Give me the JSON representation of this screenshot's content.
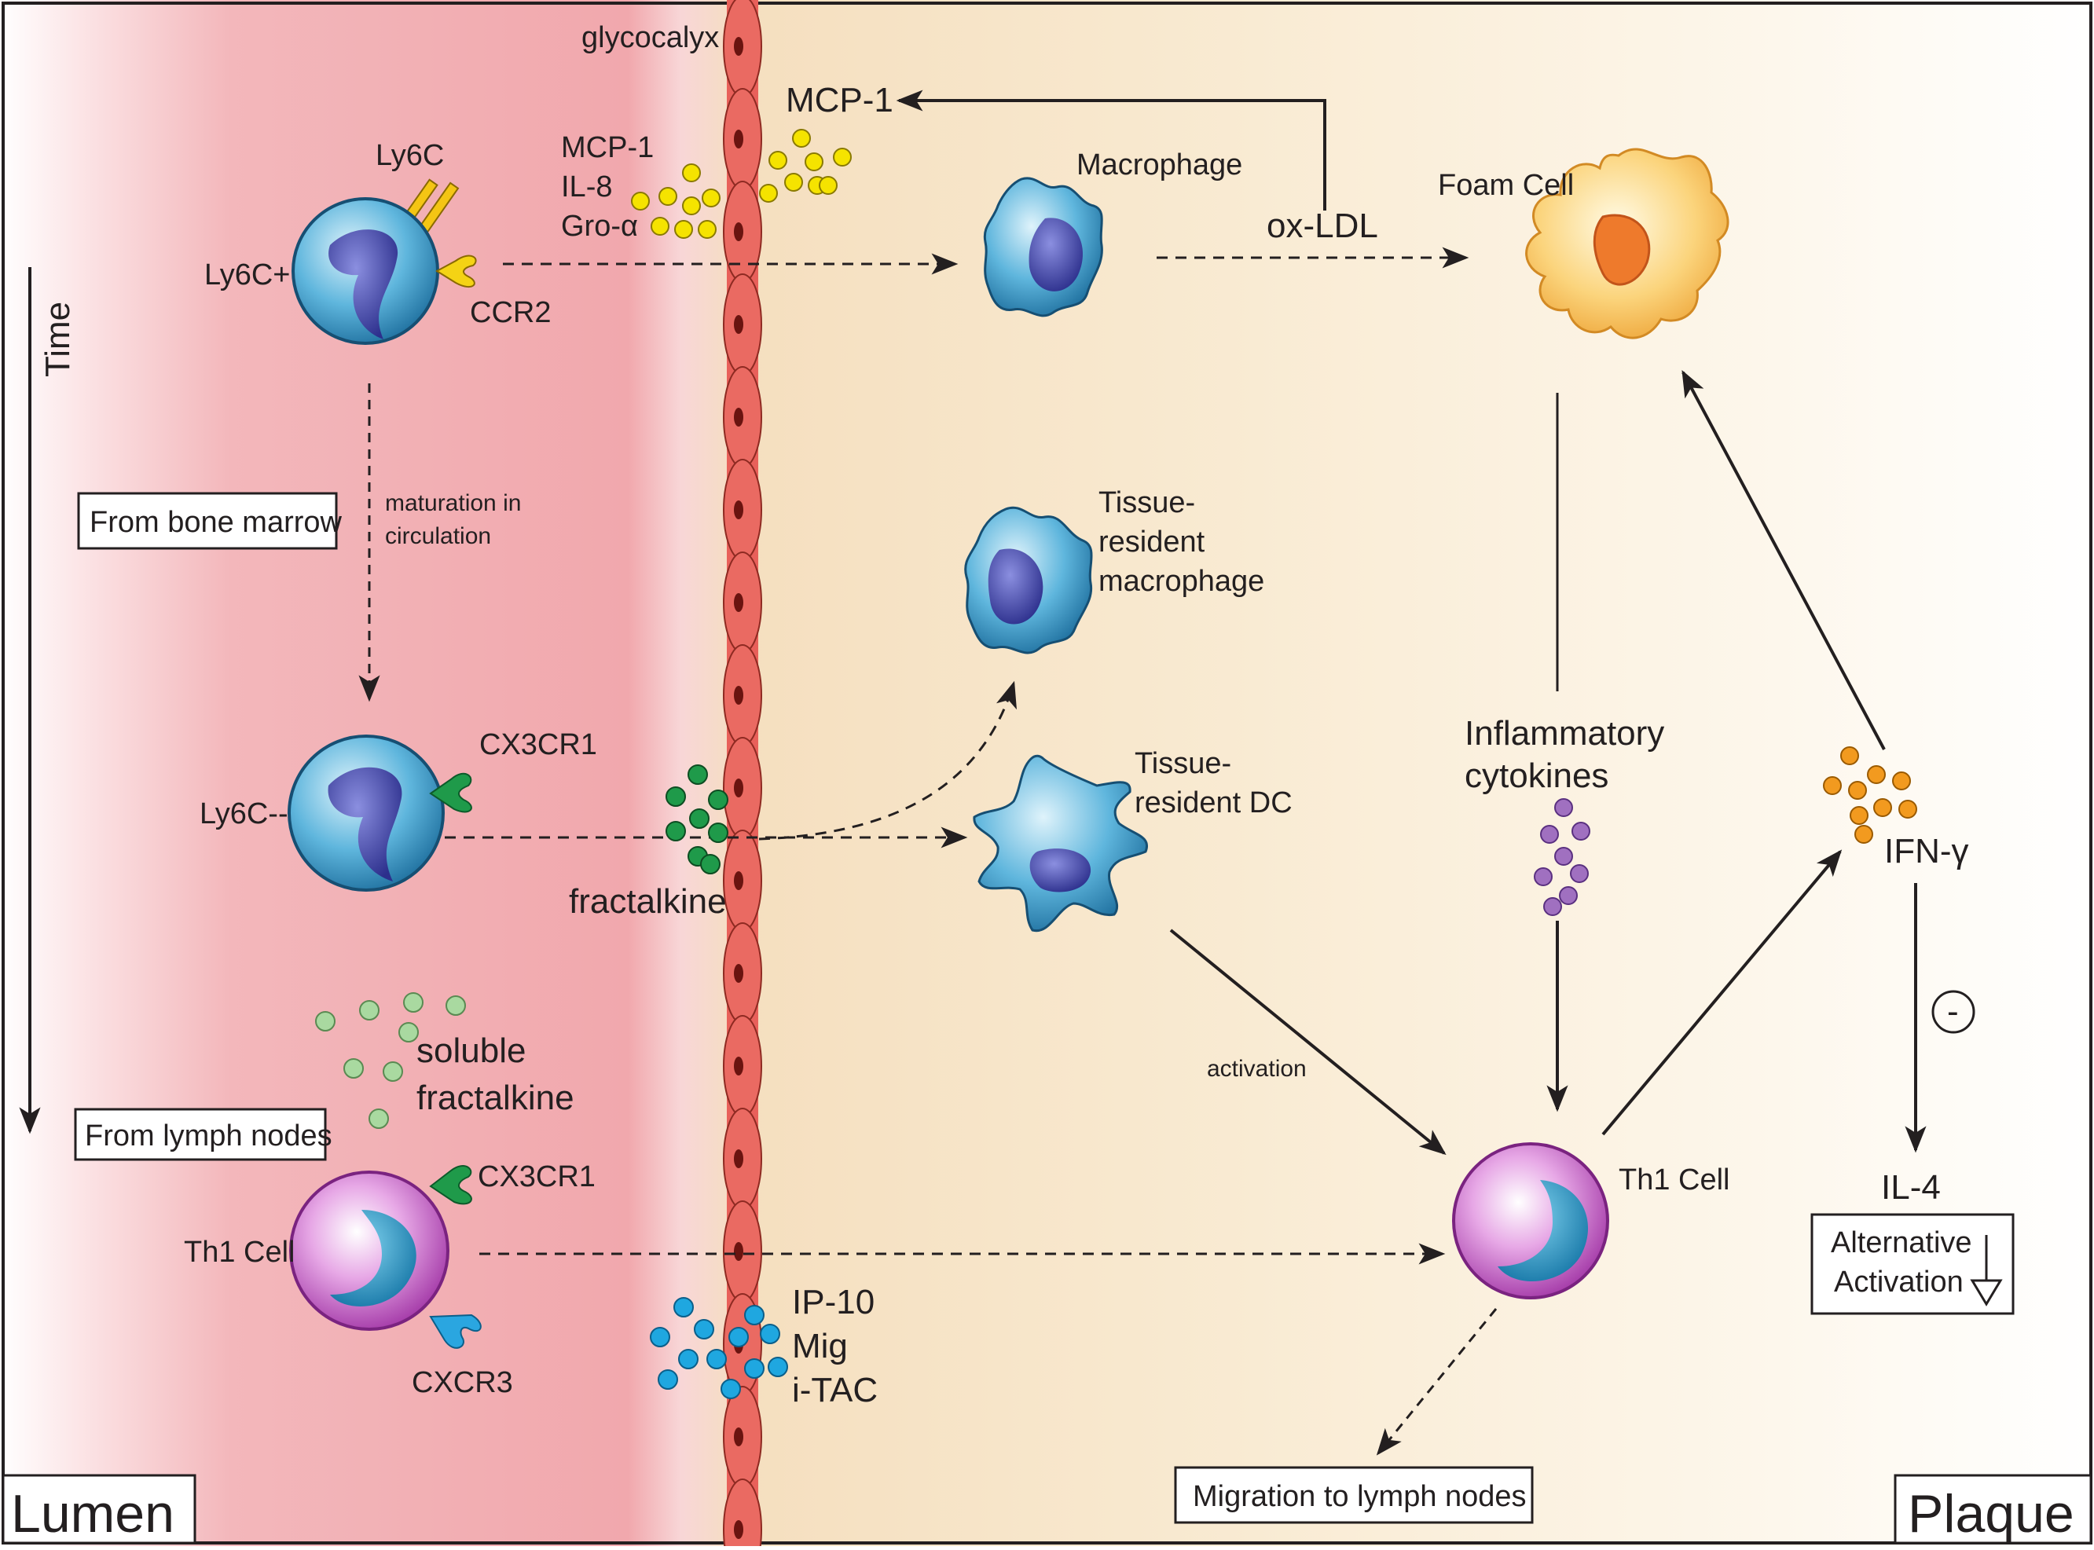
{
  "corners": {
    "left": "Lumen",
    "right": "Plaque"
  },
  "top_labels": {
    "glycocalyx": "glycocalyx",
    "time": "Time"
  },
  "boxes": {
    "bone_marrow": "From bone marrow",
    "lymph_nodes_from": "From lymph nodes",
    "migration": "Migration to lymph nodes",
    "alt_activation_line1": "Alternative",
    "alt_activation_line2": "Activation"
  },
  "monocyte_ly6c_plus": {
    "name": "Ly6C+",
    "marker": "Ly6C",
    "receptor": "CCR2",
    "chemokines": [
      "MCP-1",
      "IL-8",
      "Gro-α"
    ]
  },
  "maturation": {
    "line1": "maturation in",
    "line2": "circulation"
  },
  "monocyte_ly6c_minus": {
    "name": "Ly6C--",
    "receptor": "CX3CR1",
    "ligand": "fractalkine"
  },
  "soluble": {
    "line1": "soluble",
    "line2": "fractalkine"
  },
  "th1_lumen": {
    "name": "Th1 Cell",
    "receptor1": "CX3CR1",
    "receptor2": "CXCR3",
    "chemokines": [
      "IP-10",
      "Mig",
      "i-TAC"
    ]
  },
  "plaque": {
    "mcp1": "MCP-1",
    "macrophage": "Macrophage",
    "oxldl": "ox-LDL",
    "foam_cell": "Foam Cell",
    "tissue_macrophage": [
      "Tissue-",
      "resident",
      "macrophage"
    ],
    "tissue_dc": [
      "Tissue-",
      "resident DC"
    ],
    "inflammatory": [
      "Inflammatory",
      "cytokines"
    ],
    "ifn": "IFN-γ",
    "activation": "activation",
    "th1_plaque": "Th1 Cell",
    "il4": "IL-4",
    "minus_sign": "-"
  },
  "colors": {
    "lumen_red": "#f1a3a8",
    "plaque_tan": "#f6e1bd",
    "endothelium": "#e8605a",
    "mcp_yellow": "#f5e300",
    "fractalkine_green": "#1f9a4a",
    "soluble_green": "#a9d9a0",
    "ip10_blue": "#1fa7e0",
    "ifn_orange": "#f29a1f",
    "cytokine_purple": "#a070c0"
  }
}
